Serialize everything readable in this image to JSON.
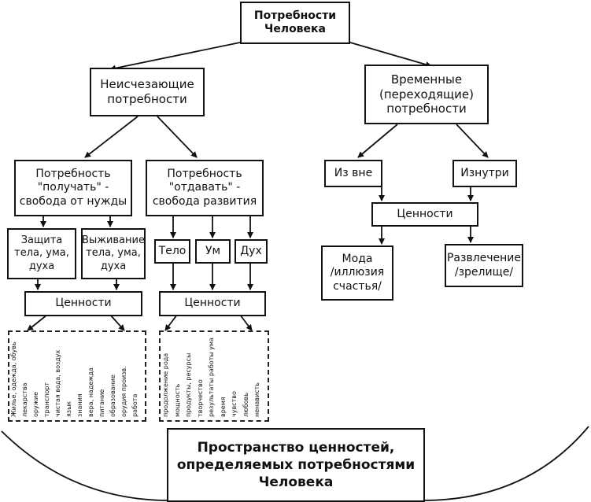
{
  "nodes": {
    "root": "Потребности\nЧеловека",
    "permanent": "Неисчезающие\nпотребности",
    "temporary": "Временные\n(переходящие)\nпотребности",
    "receive": "Потребность\n\"получать\" -\nсвобода от нужды",
    "give": "Потребность\n\"отдавать\" -\nсвобода развития",
    "protection": "Защита\nтела, ума,\nдуха",
    "survival": "Выживание\nтела, ума,\nдуха",
    "body": "Тело",
    "mind": "Ум",
    "spirit": "Дух",
    "values_left": "Ценности",
    "values_mid": "Ценности",
    "outside": "Из вне",
    "inside": "Изнутри",
    "values_right": "Ценности",
    "fashion": "Мода\n/иллюзия\nсчастья/",
    "entertainment": "Развлечение\n/зрелище/",
    "space": "Пространство ценностей,\nопределяемых потребностями\nЧеловека"
  },
  "left_values_list": [
    "Жилье, одежда, обувь",
    "лекарства",
    "оружие",
    "транспорт",
    "чистая вода, воздух",
    "язык",
    "знания",
    "вера, надежда",
    "питание",
    "образование",
    "орудия произв.",
    "работа"
  ],
  "mid_values_list": [
    "продолжение рода",
    "мощность",
    "продукты, ресурсы",
    "творчество",
    "результаты работы ума",
    "время",
    "чувство",
    "любовь",
    "ненависть"
  ]
}
